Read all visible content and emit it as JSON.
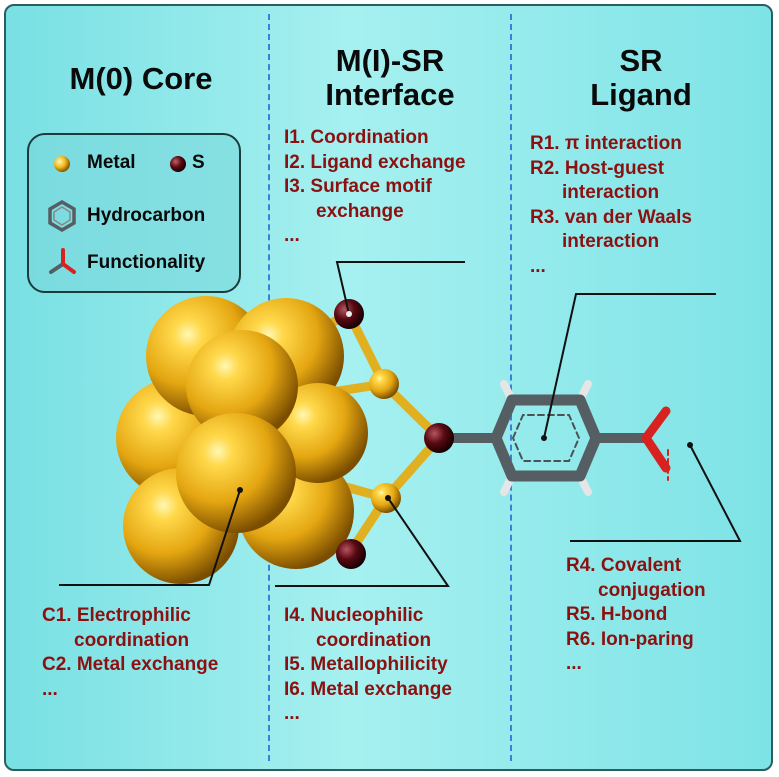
{
  "columns": {
    "core": {
      "title": [
        "M(0) Core"
      ],
      "items": [
        {
          "label": "C1. Electrophilic",
          "cont": "coordination"
        },
        {
          "label": "C2. Metal exchange",
          "cont": ""
        },
        {
          "label": "...",
          "cont": ""
        }
      ]
    },
    "interface": {
      "title": [
        "M(I)-SR",
        "Interface"
      ],
      "items_top": [
        {
          "label": "I1. Coordination",
          "cont": ""
        },
        {
          "label": "I2. Ligand exchange",
          "cont": ""
        },
        {
          "label": "I3. Surface motif",
          "cont": "exchange"
        },
        {
          "label": "...",
          "cont": ""
        }
      ],
      "items_bottom": [
        {
          "label": "I4. Nucleophilic",
          "cont": "coordination"
        },
        {
          "label": "I5. Metallophilicity",
          "cont": ""
        },
        {
          "label": "I6. Metal exchange",
          "cont": ""
        },
        {
          "label": "...",
          "cont": ""
        }
      ]
    },
    "ligand": {
      "title": [
        "SR",
        "Ligand"
      ],
      "items_top": [
        {
          "label": "R1. π interaction",
          "cont": ""
        },
        {
          "label": "R2. Host-guest",
          "cont": "interaction"
        },
        {
          "label": "R3. van der Waals",
          "cont": "interaction"
        },
        {
          "label": "...",
          "cont": ""
        }
      ],
      "items_bottom": [
        {
          "label": "R4. Covalent",
          "cont": "conjugation"
        },
        {
          "label": "R5. H-bond",
          "cont": ""
        },
        {
          "label": "R6. Ion-paring",
          "cont": ""
        },
        {
          "label": "...",
          "cont": ""
        }
      ]
    }
  },
  "legend": {
    "metal": "Metal",
    "sulfur": "S",
    "hydrocarbon": "Hydrocarbon",
    "functionality": "Functionality"
  },
  "colors": {
    "background": "#8fe8ea",
    "metal": "#f2b91c",
    "sulfur": "#5a0a12",
    "carbon": "#555e63",
    "hydrogen": "#e6e6e6",
    "oxygen": "#d8221f",
    "text_red": "#8b1111",
    "divider": "#3c7fd8"
  }
}
